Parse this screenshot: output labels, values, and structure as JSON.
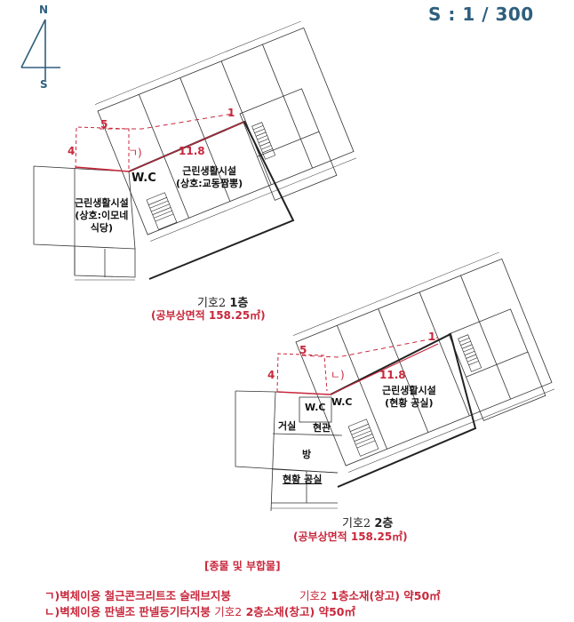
{
  "header": {
    "scale": "S : 1 / 300",
    "compass": {
      "north": "N",
      "south": "S",
      "icon": "north-arrow-icon"
    }
  },
  "plan_1f": {
    "title_tag": "기호2",
    "title_floor": "1층",
    "area": "(공부상면적 158.25㎡)",
    "rooms": {
      "main": [
        "근린생활시설",
        "(상호:교동짬뽕)"
      ],
      "side": [
        "근린생활시설",
        "(상호:이모네",
        "식당)"
      ],
      "wc": "W.C"
    },
    "markers": {
      "p1": "1",
      "p4": "4",
      "p5": "5",
      "dim": "11.8",
      "annex": "ㄱ)"
    }
  },
  "plan_2f": {
    "title_tag": "기호2",
    "title_floor": "2층",
    "area": "(공부상면적 158.25㎡)",
    "rooms": {
      "main": [
        "근린생활시설",
        "(현황 공실)"
      ],
      "wc1": "W.C",
      "wc2": "W.C",
      "living": "거실",
      "entrance": "현관",
      "room": "방",
      "vacant": "현황 공실"
    },
    "markers": {
      "p1": "1",
      "p4": "4",
      "p5": "5",
      "dim": "11.8",
      "annex": "ㄴ)"
    }
  },
  "legend": {
    "heading": "[종물 및 부합물]",
    "lines": [
      {
        "mark": "ㄱ)",
        "desc": "벽체이용 철근콘크리트조 슬래브지붕",
        "tag": "기호2",
        "detail": "1층소재(창고) 약50㎡"
      },
      {
        "mark": "ㄴ)",
        "desc": "벽체이용 판넬조 판넬등기타지붕",
        "tag": "기호2",
        "detail": "2층소재(창고) 약50㎡"
      }
    ]
  },
  "colors": {
    "scale_text": "#2e5f7e",
    "annotation_red": "#c8283c",
    "line": "#222222"
  }
}
